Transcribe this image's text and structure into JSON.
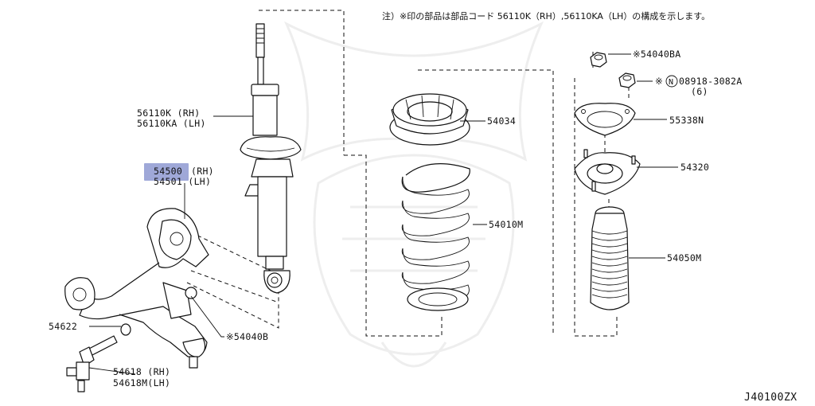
{
  "note": "注）※印の部品は部品コード 56110K（RH）,56110KA（LH）の構成を示します。",
  "diagram_code": "J40100ZX",
  "highlight_color": "#9fa8d8",
  "labels": {
    "shock_rh": "56110K (RH)",
    "shock_lh": "56110KA (LH)",
    "arm_rh": "54500",
    "arm_rh_suffix": "(RH)",
    "arm_lh": "54501 (LH)",
    "washer": "54622",
    "link_rh": "54618 (RH)",
    "link_lh": "54618M(LH)",
    "bushing_bolt": "※54040B",
    "mount_seat": "54034",
    "spring": "54010M",
    "nut_top": "※54040BA",
    "nut_n": "※",
    "nut_n_circle": "N",
    "nut_n_code": "08918-3082A",
    "nut_n_qty": "(6)",
    "bearing": "55338N",
    "strut_mount": "54320",
    "bump_boot": "54050M"
  }
}
